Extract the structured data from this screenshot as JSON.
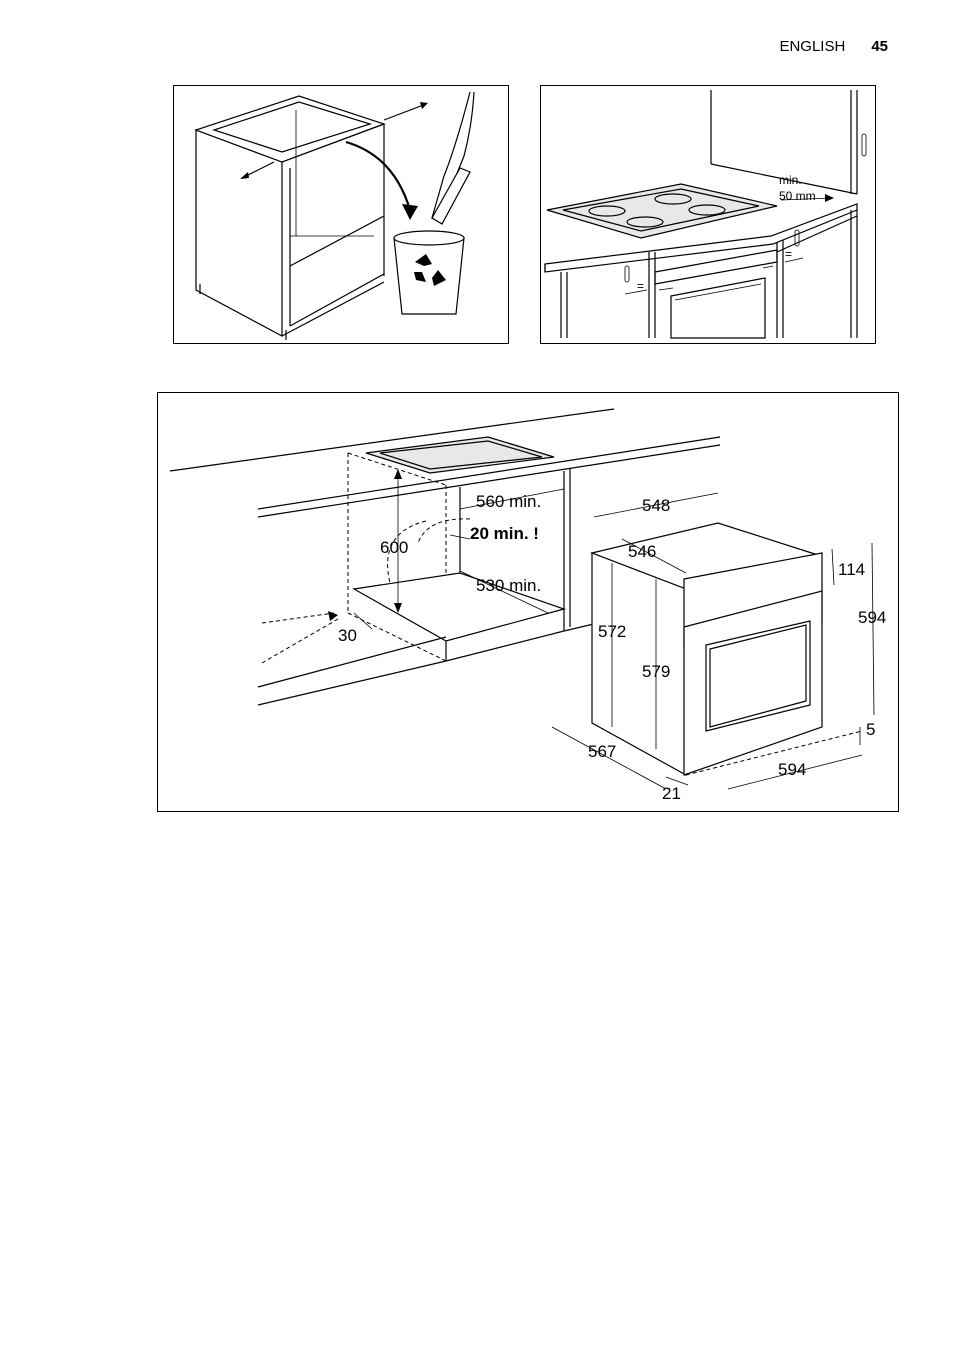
{
  "header": {
    "language": "ENGLISH",
    "page_number": "45"
  },
  "figure2": {
    "clearance_label_line1": "min.",
    "clearance_label_line2": "50 mm",
    "equal_mark": "="
  },
  "figure3": {
    "dims": {
      "d600": "600",
      "d560min": "560 min.",
      "d20min": "20 min. !",
      "d530min": "530 min.",
      "d30": "30",
      "d548": "548",
      "d546": "546",
      "d114": "114",
      "d594_height": "594",
      "d572": "572",
      "d579": "579",
      "d5": "5",
      "d567": "567",
      "d594_width": "594",
      "d21": "21"
    }
  }
}
